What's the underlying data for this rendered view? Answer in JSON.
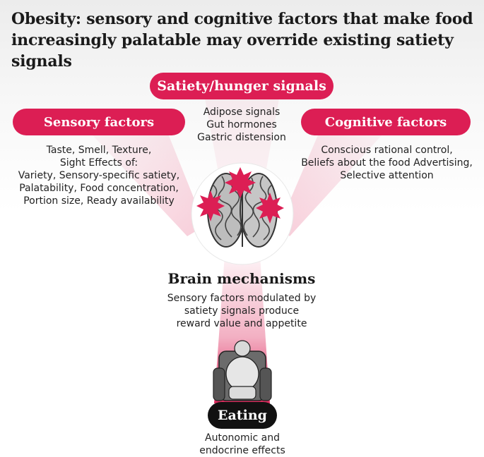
{
  "title_lines": [
    "Obesity: sensory and cognitive factors that make food",
    "increasingly palatable may override existing satiety signals"
  ],
  "satiety": {
    "label": "Satiety/hunger signals",
    "items": [
      "Adipose signals",
      "Gut hormones",
      "Gastric distension"
    ]
  },
  "sensory": {
    "label": "Sensory factors",
    "lines": [
      "Taste, Smell, Texture,",
      "Sight Effects of:",
      "Variety, Sensory-specific satiety,",
      "Palatability, Food concentration,",
      "Portion size, Ready availability"
    ]
  },
  "cognitive": {
    "label": "Cognitive factors",
    "lines": [
      "Conscious rational control,",
      "Beliefs about the food Advertising,",
      "Selective attention"
    ]
  },
  "brain": {
    "heading": "Brain mechanisms",
    "lines": [
      "Sensory factors modulated by",
      "satiety signals produce",
      "reward value and appetite"
    ]
  },
  "eating": {
    "label": "Eating",
    "lines": [
      "Autonomic and",
      "endocrine effects"
    ]
  },
  "colors": {
    "accent": "#dc1e54",
    "dark": "#111111"
  }
}
